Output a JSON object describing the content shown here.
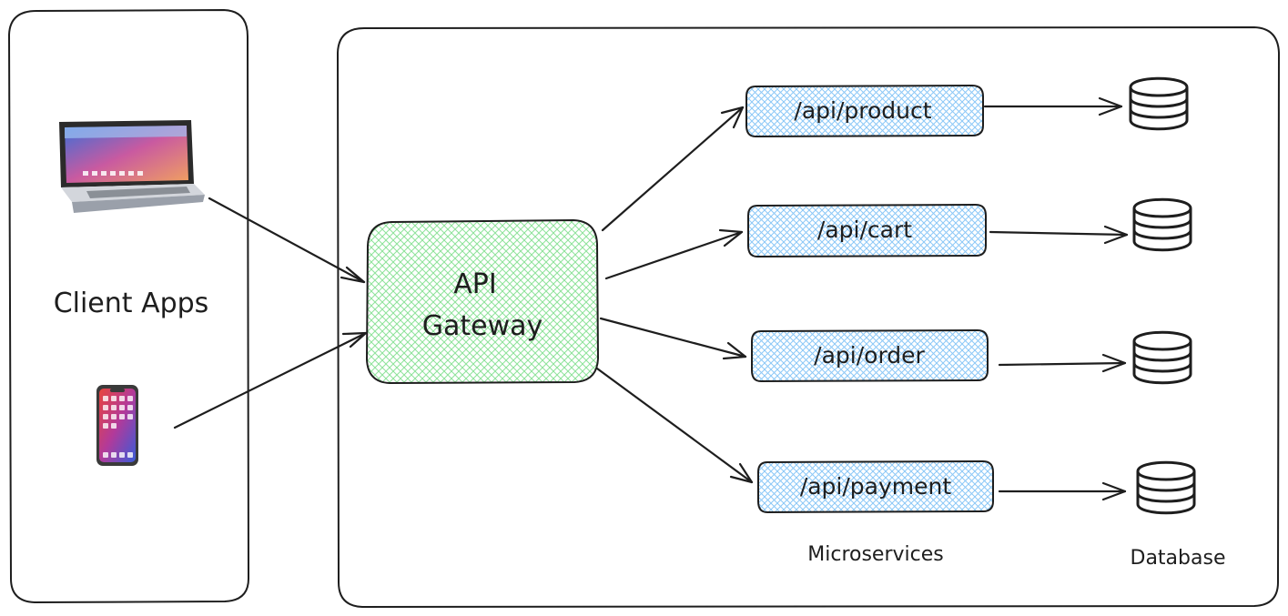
{
  "left_panel": {
    "label": "Client Apps"
  },
  "clients": [
    {
      "name": "laptop",
      "icon": "laptop-icon"
    },
    {
      "name": "phone",
      "icon": "phone-icon"
    }
  ],
  "gateway": {
    "line1": "API",
    "line2": "Gateway",
    "fill": "#b2f2bb"
  },
  "services": [
    {
      "label": "/api/product"
    },
    {
      "label": "/api/cart"
    },
    {
      "label": "/api/order"
    },
    {
      "label": "/api/payment"
    }
  ],
  "service_fill": "#a5d8ff",
  "captions": {
    "microservices": "Microservices",
    "database": "Database"
  },
  "stroke_color": "#1e1e1e"
}
